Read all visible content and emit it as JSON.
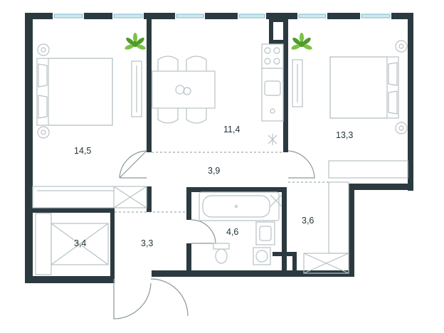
{
  "rooms": [
    {
      "id": "bedroom-1",
      "area": "14,5"
    },
    {
      "id": "kitchen",
      "area": "11,4"
    },
    {
      "id": "bedroom-2",
      "area": "13,3"
    },
    {
      "id": "hall",
      "area": "3,9"
    },
    {
      "id": "wardrobe",
      "area": "3,4"
    },
    {
      "id": "entry",
      "area": "3,3"
    },
    {
      "id": "bathroom",
      "area": "4,6"
    },
    {
      "id": "closet",
      "area": "3,6"
    }
  ],
  "colors": {
    "wall": "#2b3a3f",
    "window_glass": "#cfe9f2",
    "plant": "#7cc243",
    "furniture_line": "#b8c2c5"
  },
  "icons": [
    "plant-icon",
    "bed-icon",
    "table-icon",
    "stove-icon",
    "sink-icon",
    "bathtub-icon",
    "toilet-icon",
    "washer-icon"
  ]
}
